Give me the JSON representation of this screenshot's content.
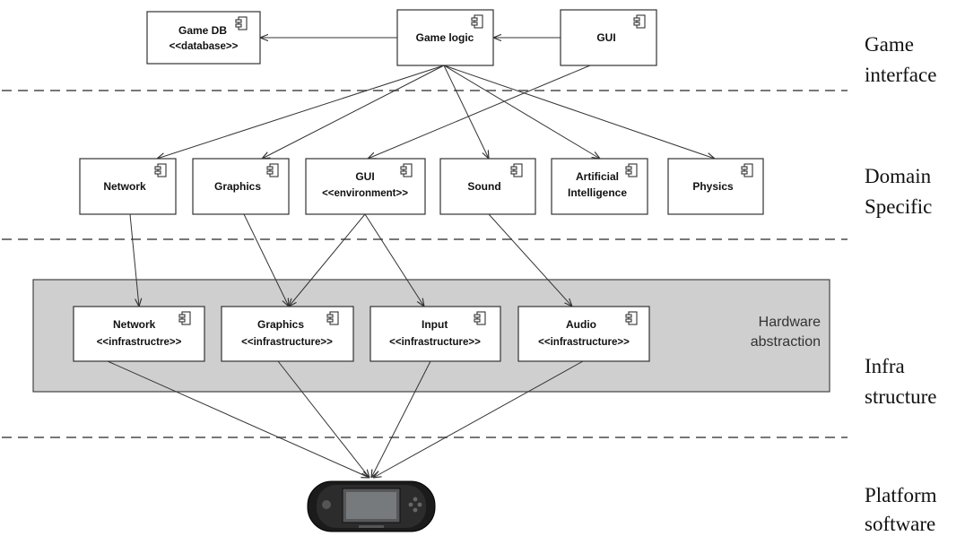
{
  "diagram": {
    "layers": [
      {
        "id": "game_interface",
        "label_lines": [
          "Game",
          "interface"
        ]
      },
      {
        "id": "domain_specific",
        "label_lines": [
          "Domain",
          "Specific"
        ]
      },
      {
        "id": "infrastructure",
        "label_lines": [
          "Infra",
          "structure"
        ]
      },
      {
        "id": "platform_software",
        "label_lines": [
          "Platform",
          "software"
        ]
      }
    ],
    "hardware_abstraction": {
      "label_lines": [
        "Hardware",
        "abstraction"
      ]
    },
    "components": [
      {
        "id": "game_db",
        "name": "Game DB",
        "stereotype": "<<database>>"
      },
      {
        "id": "game_logic",
        "name": "Game logic",
        "stereotype": ""
      },
      {
        "id": "gui_top",
        "name": "GUI",
        "stereotype": ""
      },
      {
        "id": "network",
        "name": "Network",
        "stereotype": ""
      },
      {
        "id": "graphics",
        "name": "Graphics",
        "stereotype": ""
      },
      {
        "id": "gui_env",
        "name": "GUI",
        "stereotype": "<<environment>>"
      },
      {
        "id": "sound",
        "name": "Sound",
        "stereotype": ""
      },
      {
        "id": "ai",
        "name": "Artificial",
        "name2": "Intelligence",
        "stereotype": ""
      },
      {
        "id": "physics",
        "name": "Physics",
        "stereotype": ""
      },
      {
        "id": "network_infra",
        "name": "Network",
        "stereotype": "<<infrastructre>>"
      },
      {
        "id": "graphics_infra",
        "name": "Graphics",
        "stereotype": "<<infrastructure>>"
      },
      {
        "id": "input_infra",
        "name": "Input",
        "stereotype": "<<infrastructure>>"
      },
      {
        "id": "audio_infra",
        "name": "Audio",
        "stereotype": "<<infrastructure>>"
      }
    ],
    "edges": [
      {
        "from": "game_logic",
        "to": "game_db"
      },
      {
        "from": "gui_top",
        "to": "game_logic"
      },
      {
        "from": "game_logic",
        "to": "network"
      },
      {
        "from": "game_logic",
        "to": "graphics"
      },
      {
        "from": "gui_top",
        "to": "gui_env"
      },
      {
        "from": "game_logic",
        "to": "sound"
      },
      {
        "from": "game_logic",
        "to": "ai"
      },
      {
        "from": "game_logic",
        "to": "physics"
      },
      {
        "from": "network",
        "to": "network_infra"
      },
      {
        "from": "graphics",
        "to": "graphics_infra"
      },
      {
        "from": "gui_env",
        "to": "graphics_infra"
      },
      {
        "from": "gui_env",
        "to": "input_infra"
      },
      {
        "from": "sound",
        "to": "audio_infra"
      },
      {
        "from": "network_infra",
        "to": "device"
      },
      {
        "from": "graphics_infra",
        "to": "device"
      },
      {
        "from": "input_infra",
        "to": "device"
      },
      {
        "from": "audio_infra",
        "to": "device"
      }
    ],
    "device": {
      "icon": "handheld-console-icon"
    }
  }
}
